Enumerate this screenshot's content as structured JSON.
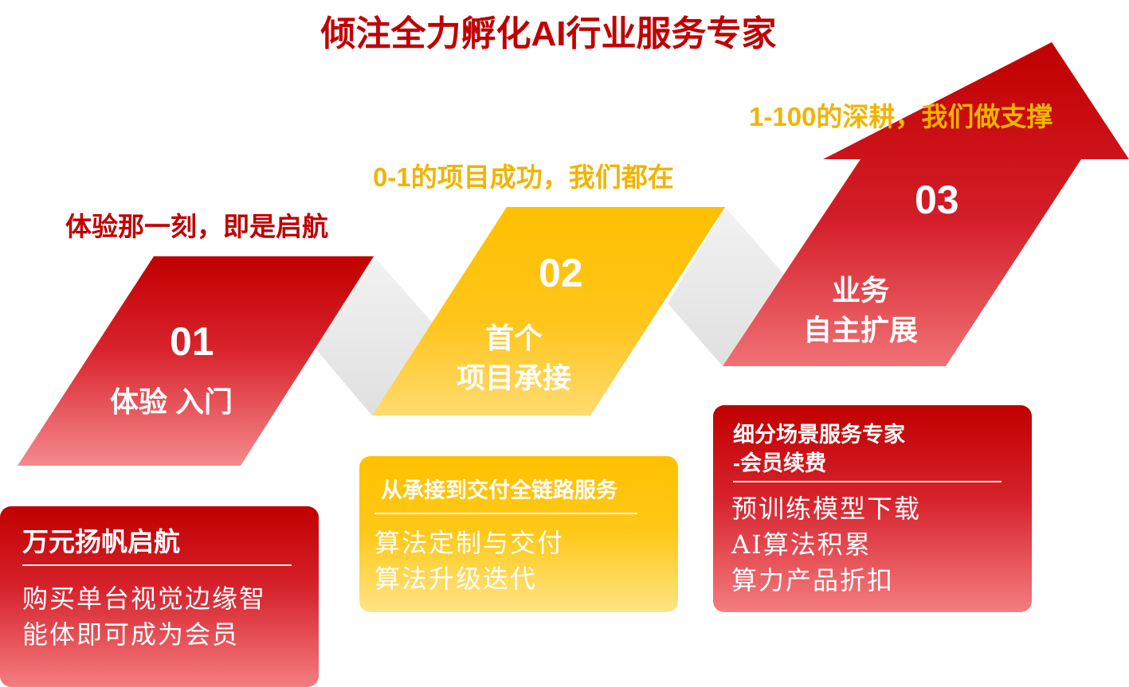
{
  "title": "倾注全力孵化AI行业服务专家",
  "steps": [
    {
      "number": "01",
      "label_lines": [
        "体验 入门"
      ],
      "caption": "体验那一刻，即是启航",
      "color": "#c00000"
    },
    {
      "number": "02",
      "label_lines": [
        "首个",
        "项目承接"
      ],
      "caption": "0-1的项目成功，我们都在",
      "color": "#ffc000"
    },
    {
      "number": "03",
      "label_lines": [
        "业务",
        "自主扩展"
      ],
      "caption": "1-100的深耕，我们做支撑",
      "color": "#c00000"
    }
  ],
  "boxes": [
    {
      "title": "万元扬帆启航",
      "items": [
        "购买单台视觉边缘智",
        "能体即可成为会员"
      ]
    },
    {
      "title": "从承接到交付全链路服务",
      "items": [
        "算法定制与交付",
        "算法升级迭代"
      ]
    },
    {
      "title_lines": [
        "细分场景服务专家",
        "-会员续费"
      ],
      "items": [
        "预训练模型下载",
        "AI算法积累",
        "算力产品折扣"
      ]
    }
  ],
  "colors": {
    "red": "#c00000",
    "yellow": "#ffc000",
    "connector_gray": "#e6e6e6"
  }
}
